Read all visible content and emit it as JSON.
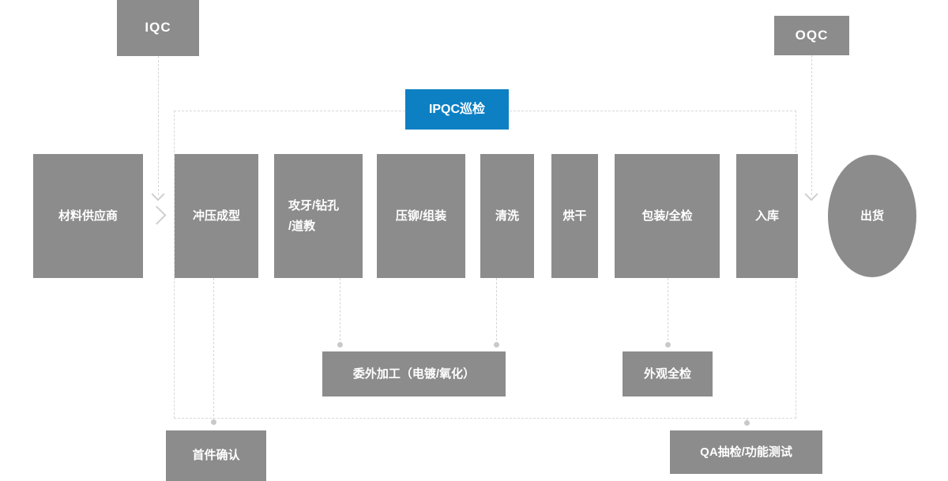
{
  "diagram": {
    "title_hint": "manufacturing-qc-process-flow",
    "qc": {
      "iqc": "IQC",
      "oqc": "OQC",
      "ipqc": "IPQC巡检"
    },
    "flow": {
      "supplier": "材料供应商",
      "stamping": "冲压成型",
      "tapping": "攻牙/钻孔\n/道教",
      "riveting": "压铆/组装",
      "cleaning": "清洗",
      "drying": "烘干",
      "packing": "包装/全检",
      "warehouse": "入库",
      "shipping": "出货"
    },
    "sub": {
      "outsourcing": "委外加工（电镀/氧化）",
      "appearance": "外观全检",
      "first_article": "首件确认",
      "qa": "QA抽检/功能测试"
    },
    "colors": {
      "node_gray": "#8c8c8c",
      "ipqc_blue": "#0d80c4",
      "connector_gray": "#d4d4d4",
      "text_white": "#ffffff",
      "background": "#ffffff"
    }
  }
}
